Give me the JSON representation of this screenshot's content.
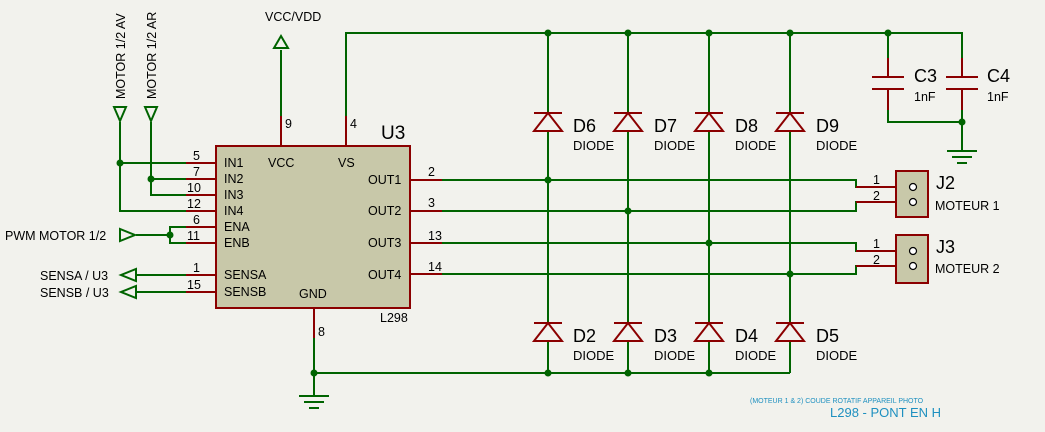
{
  "power": {
    "vcc_label": "VCC/VDD"
  },
  "ic": {
    "ref": "U3",
    "part": "L298",
    "pins_left": [
      {
        "name": "IN1",
        "num": "5"
      },
      {
        "name": "IN2",
        "num": "7"
      },
      {
        "name": "IN3",
        "num": "10"
      },
      {
        "name": "IN4",
        "num": "12"
      },
      {
        "name": "ENA",
        "num": "6"
      },
      {
        "name": "ENB",
        "num": "11"
      },
      {
        "name": "SENSA",
        "num": "1"
      },
      {
        "name": "SENSB",
        "num": "15"
      }
    ],
    "pins_right": [
      {
        "name": "OUT1",
        "num": "2"
      },
      {
        "name": "OUT2",
        "num": "3"
      },
      {
        "name": "OUT3",
        "num": "13"
      },
      {
        "name": "OUT4",
        "num": "14"
      }
    ],
    "pin_vcc": {
      "name": "VCC",
      "num": "9"
    },
    "pin_vs": {
      "name": "VS",
      "num": "4"
    },
    "pin_gnd": {
      "name": "GND",
      "num": "8"
    }
  },
  "terminals": {
    "motor_av": "MOTOR 1/2 AV",
    "motor_ar": "MOTOR 1/2 AR",
    "pwm": "PWM MOTOR 1/2",
    "sensa": "SENSA / U3",
    "sensb": "SENSB / U3"
  },
  "diodes_top": [
    {
      "ref": "D6",
      "value": "DIODE"
    },
    {
      "ref": "D7",
      "value": "DIODE"
    },
    {
      "ref": "D8",
      "value": "DIODE"
    },
    {
      "ref": "D9",
      "value": "DIODE"
    }
  ],
  "diodes_bottom": [
    {
      "ref": "D2",
      "value": "DIODE"
    },
    {
      "ref": "D3",
      "value": "DIODE"
    },
    {
      "ref": "D4",
      "value": "DIODE"
    },
    {
      "ref": "D5",
      "value": "DIODE"
    }
  ],
  "capacitors": [
    {
      "ref": "C3",
      "value": "1nF"
    },
    {
      "ref": "C4",
      "value": "1nF"
    }
  ],
  "connectors": [
    {
      "ref": "J2",
      "label": "MOTEUR 1",
      "pin1": "1",
      "pin2": "2"
    },
    {
      "ref": "J3",
      "label": "MOTEUR 2",
      "pin1": "1",
      "pin2": "2"
    }
  ],
  "footer": {
    "subtitle": "(MOTEUR 1 & 2) COUDE ROTATIF APPAREIL PHOTO",
    "title": "L298 - PONT EN H"
  },
  "colors": {
    "wire": "#006400",
    "component": "#8b0000",
    "ic_fill": "#c8c8a9",
    "text": "#000000",
    "footer_text": "#1e90c0"
  }
}
